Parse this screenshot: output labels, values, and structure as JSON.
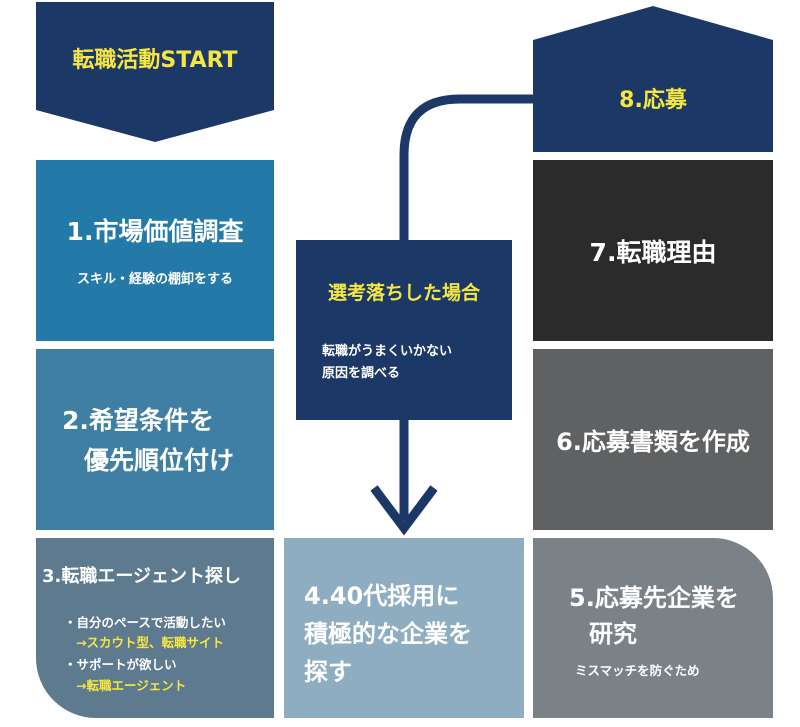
{
  "start": {
    "label": "転職活動START"
  },
  "apply": {
    "label": "8.応募"
  },
  "steps": {
    "s1": {
      "title": "1.市場価値調査",
      "sub": "スキル・経験の棚卸をする"
    },
    "s2": {
      "title_line1": "2.希望条件を",
      "title_line2": "優先順位付け"
    },
    "s3": {
      "title": "3.転職エージェント探し",
      "b1": "・自分のペースで活動したい",
      "b1_arrow": "→スカウト型、転職サイト",
      "b2": "・サポートが欲しい",
      "b2_arrow": "→転職エージェント"
    },
    "s4": {
      "line1": "4.40代採用に",
      "line2": "積極的な企業を",
      "line3": "探す"
    },
    "s5": {
      "title_line1": "5.応募先企業を",
      "title_line2": "研究",
      "sub": "ミスマッチを防ぐため"
    },
    "s6": {
      "title": "6.応募書類を作成"
    },
    "s7": {
      "title": "7.転職理由"
    }
  },
  "reject": {
    "title": "選考落ちした場合",
    "sub_line1": "転職がうまくいかない",
    "sub_line2": "原因を調べる"
  },
  "colors": {
    "navy": "#1b3866",
    "blue1": "#2379a8",
    "blue2": "#3f7fa3",
    "slate3": "#5d7a8f",
    "pale4": "#8eadc0",
    "grey5": "#7a8288",
    "grey6": "#5f6163",
    "dark7": "#2b2b2b",
    "accent": "#f5e642"
  }
}
